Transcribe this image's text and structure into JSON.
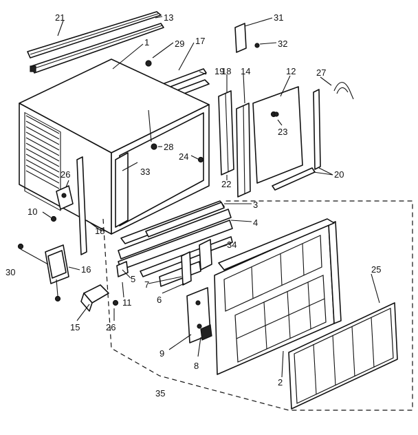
{
  "callouts": [
    {
      "id": "c1",
      "text": "1"
    },
    {
      "id": "c2",
      "text": "2"
    },
    {
      "id": "c3",
      "text": "3"
    },
    {
      "id": "c4",
      "text": "4"
    },
    {
      "id": "c5",
      "text": "5"
    },
    {
      "id": "c6",
      "text": "6"
    },
    {
      "id": "c7",
      "text": "7"
    },
    {
      "id": "c8",
      "text": "8"
    },
    {
      "id": "c9",
      "text": "9"
    },
    {
      "id": "c10",
      "text": "10"
    },
    {
      "id": "c11",
      "text": "11"
    },
    {
      "id": "c12",
      "text": "12"
    },
    {
      "id": "c13",
      "text": "13"
    },
    {
      "id": "c14",
      "text": "14"
    },
    {
      "id": "c15",
      "text": "15"
    },
    {
      "id": "c16",
      "text": "16"
    },
    {
      "id": "c17",
      "text": "17"
    },
    {
      "id": "c18a",
      "text": "18"
    },
    {
      "id": "c18b",
      "text": "18"
    },
    {
      "id": "c19",
      "text": "19"
    },
    {
      "id": "c20",
      "text": "20"
    },
    {
      "id": "c21",
      "text": "21"
    },
    {
      "id": "c22",
      "text": "22"
    },
    {
      "id": "c23",
      "text": "23"
    },
    {
      "id": "c24",
      "text": "24"
    },
    {
      "id": "c25",
      "text": "25"
    },
    {
      "id": "c26a",
      "text": "26"
    },
    {
      "id": "c26b",
      "text": "26"
    },
    {
      "id": "c27",
      "text": "27"
    },
    {
      "id": "c28",
      "text": "28"
    },
    {
      "id": "c29",
      "text": "29"
    },
    {
      "id": "c30",
      "text": "30"
    },
    {
      "id": "c31",
      "text": "31"
    },
    {
      "id": "c32",
      "text": "32"
    },
    {
      "id": "c33",
      "text": "33"
    },
    {
      "id": "c34",
      "text": "34"
    },
    {
      "id": "c35",
      "text": "35"
    }
  ]
}
